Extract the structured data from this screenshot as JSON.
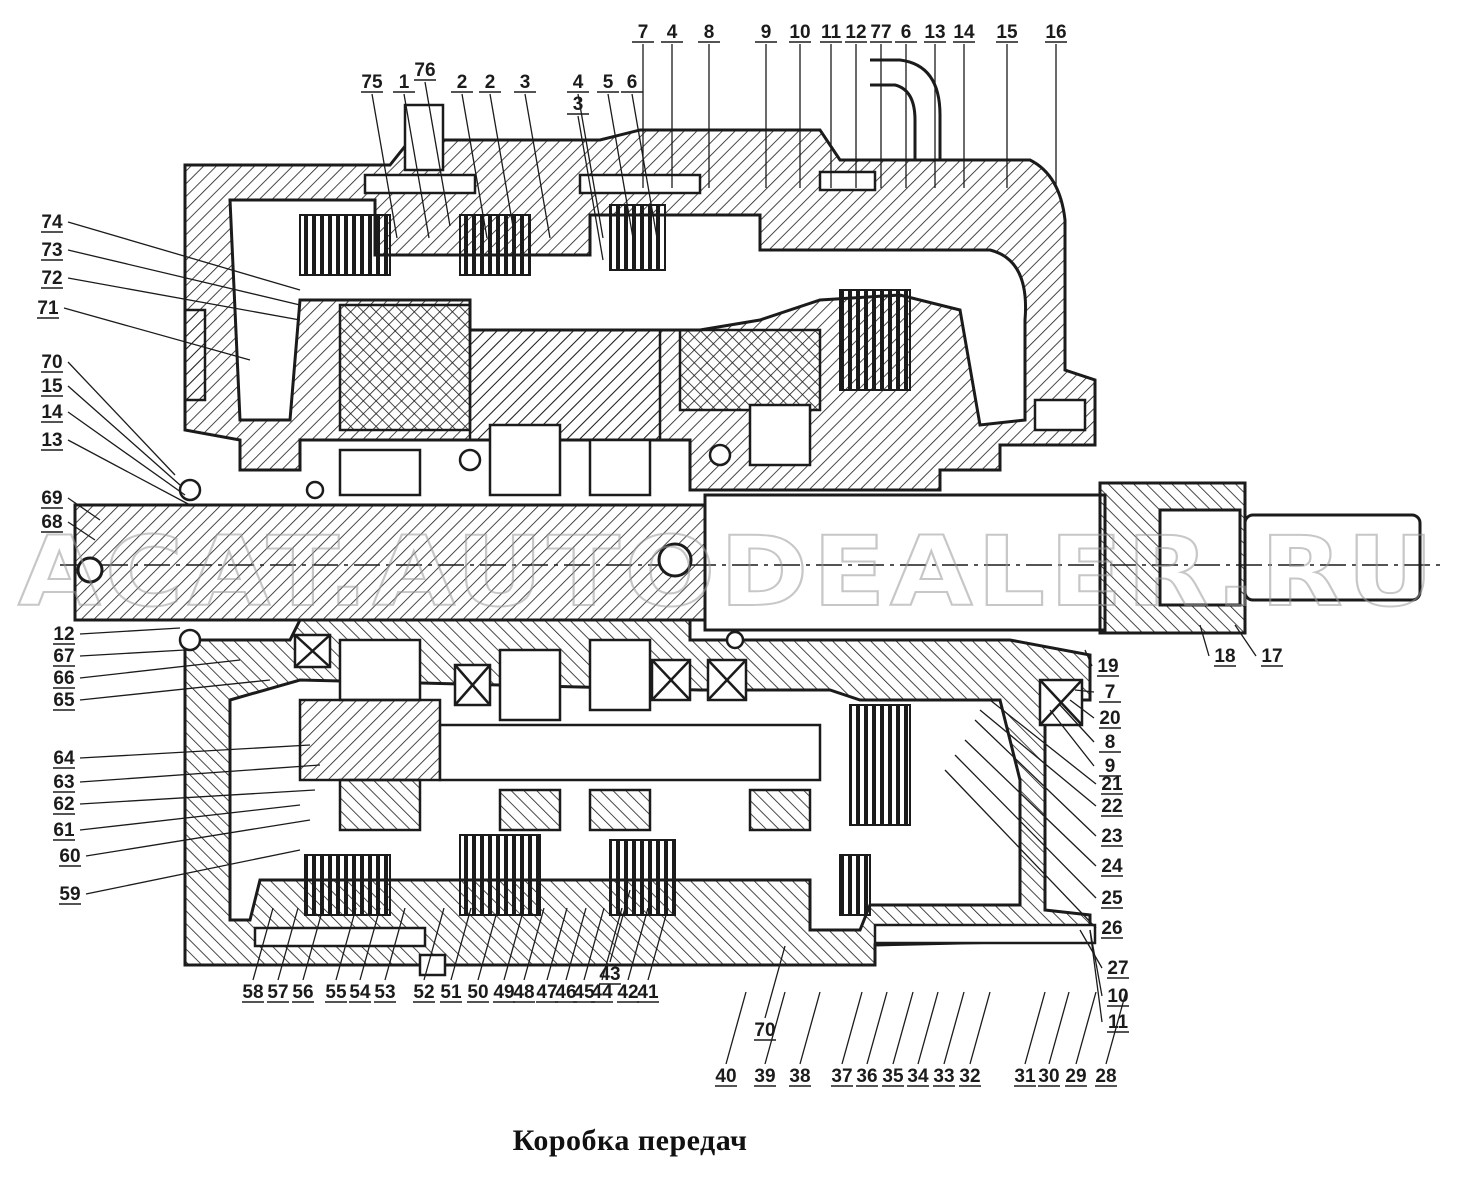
{
  "caption": "Коробка передач",
  "watermark": "ACAT.AUTODEALER.RU",
  "colors": {
    "ink": "#1b1b1b",
    "paper": "#ffffff",
    "watermark": "#9a9a9a"
  },
  "callouts": {
    "top_left": [
      "75",
      "1",
      "76",
      "2",
      "2",
      "3",
      "4",
      "3",
      "5",
      "6"
    ],
    "top_right": [
      "7",
      "4",
      "8",
      "9",
      "10",
      "11",
      "12",
      "77",
      "6",
      "13",
      "14",
      "15",
      "16"
    ],
    "left": [
      "74",
      "73",
      "72",
      "71",
      "70",
      "15",
      "14",
      "13",
      "69",
      "68",
      "12",
      "67",
      "66",
      "65",
      "64",
      "63",
      "62",
      "61",
      "60",
      "59"
    ],
    "right": [
      "17",
      "18",
      "19",
      "7",
      "20",
      "8",
      "9",
      "21",
      "22",
      "23",
      "24",
      "25",
      "26",
      "27",
      "10",
      "11"
    ],
    "bottom": [
      "58",
      "57",
      "56",
      "55",
      "54",
      "53",
      "52",
      "51",
      "50",
      "49",
      "48",
      "47",
      "46",
      "45",
      "44",
      "43",
      "42",
      "41",
      "70",
      "40",
      "39",
      "38",
      "37",
      "36",
      "35",
      "34",
      "33",
      "32",
      "31",
      "30",
      "29",
      "28"
    ]
  }
}
